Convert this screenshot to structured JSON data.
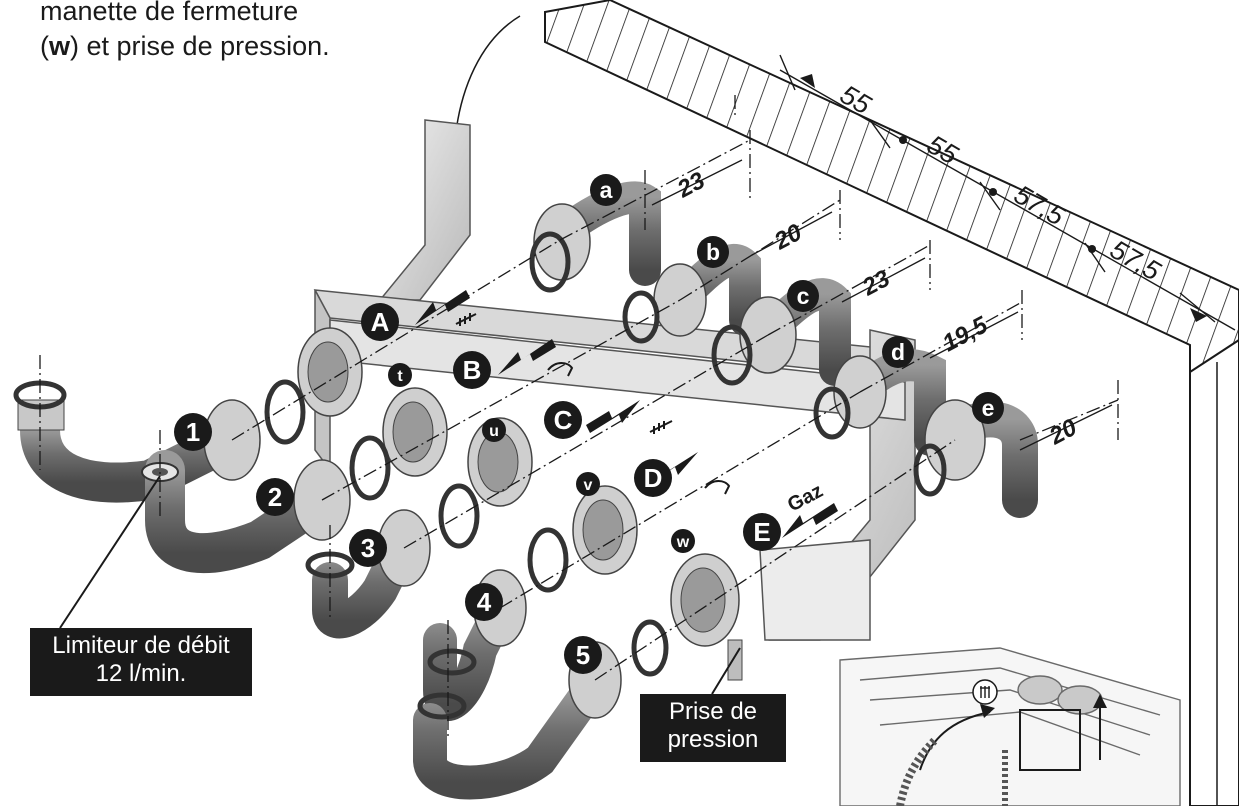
{
  "caption": {
    "line1": "manette de fermeture",
    "line2_open": "(",
    "line2_bold": "w",
    "line2_rest": ") et prise de pression."
  },
  "callouts": {
    "limiter_line1": "Limiteur de débit",
    "limiter_line2": "12 l/min.",
    "pressure_line1": "Prise de",
    "pressure_line2": "pression"
  },
  "wall_dimensions": [
    "55",
    "55",
    "57,5",
    "57,5"
  ],
  "pipe_dimensions": [
    "23",
    "20",
    "23",
    "19,5",
    "20"
  ],
  "gas_label": "Gaz",
  "letter_markers": [
    "A",
    "B",
    "C",
    "D",
    "E"
  ],
  "pipe_letter_markers": [
    "a",
    "b",
    "c",
    "d",
    "e"
  ],
  "number_markers": [
    "1",
    "2",
    "3",
    "4",
    "5"
  ],
  "valve_markers": [
    "t",
    "u",
    "v",
    "w"
  ],
  "colors": {
    "ink": "#1a1a1a",
    "metal_light": "#dcdcdc",
    "metal_mid": "#b5b5b5",
    "pipe_dark": "#6e6e6e",
    "callout_bg": "#1a1a1a"
  }
}
